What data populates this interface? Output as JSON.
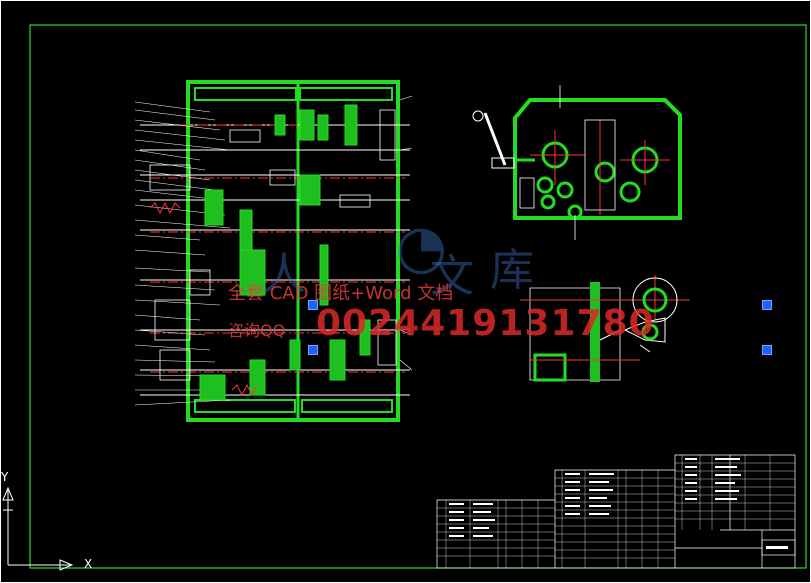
{
  "ucs": {
    "y_label": "Y",
    "x_label": "X"
  },
  "watermark": {
    "line1": "全套 CAD 图纸+Word 文档",
    "line2": "咨询QQ",
    "number": "0024419131780"
  },
  "colors": {
    "background": "#000000",
    "border": "#33ff33",
    "drawing_green": "#22dd22",
    "line_white": "#ffffff",
    "line_red": "#ff3333",
    "grip": "#1e63ff"
  }
}
